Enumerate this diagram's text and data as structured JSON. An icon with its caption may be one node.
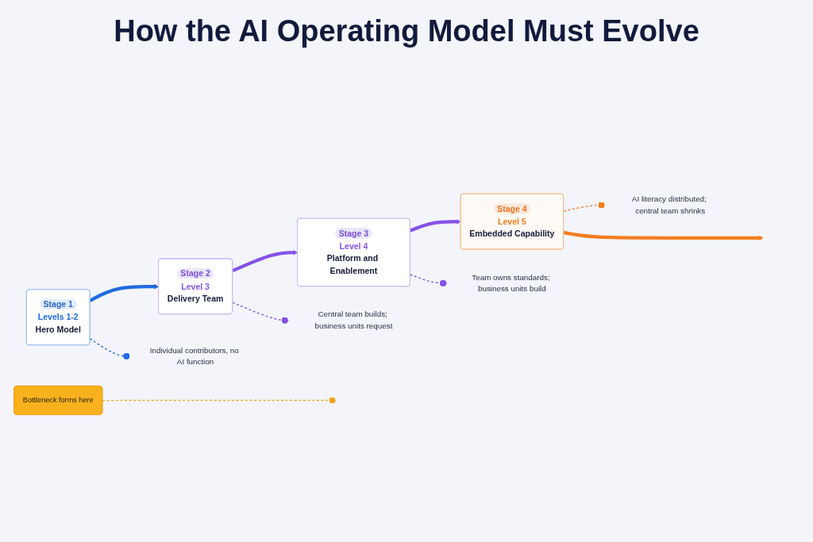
{
  "diagram": {
    "title": "How the AI Operating Model Must Evolve",
    "nodes": [
      {
        "text": [
          "Stage 1",
          "Levels 1-2",
          "Hero Model"
        ]
      },
      {
        "text": [
          "Stage 2",
          "Level 3",
          "Delivery Team"
        ]
      },
      {
        "text": [
          "Bottleneck forms here"
        ]
      },
      {
        "text": [
          "Stage 3",
          "Level 4",
          "Platform and Enablement"
        ]
      },
      {
        "text": [
          "Stage 4",
          "Level 5",
          "Embedded Capability"
        ]
      },
      {
        "text": [
          "Individual contributors, no AI function"
        ]
      },
      {
        "text": [
          "Central team builds; business units request"
        ]
      },
      {
        "text": [
          "Team owns standards; business units build"
        ]
      },
      {
        "text": [
          "AI literacy distributed; central team shrinks"
        ]
      }
    ],
    "edges": [
      {
        "from": 0,
        "to": 1,
        "arrow": "to",
        "style": "thick",
        "color": "#1f6be0"
      },
      {
        "from": 1,
        "to": 3,
        "arrow": "to",
        "style": "thick",
        "color": "#8752e8"
      },
      {
        "from": 2,
        "to": null,
        "arrow": "other",
        "style": "dashed",
        "color": "#f0a21c"
      },
      {
        "from": 3,
        "to": 4,
        "arrow": "to",
        "style": "thick",
        "color": "#8752e8"
      },
      {
        "from": 4,
        "to": null,
        "arrow": "to",
        "style": "thick",
        "color": "#f57c1f"
      },
      {
        "from": 0,
        "to": 5,
        "arrow": "other",
        "style": "dashed",
        "color": "#1f6be0"
      },
      {
        "from": 1,
        "to": 6,
        "arrow": "other",
        "style": "dashed",
        "color": "#8752e8"
      },
      {
        "from": 3,
        "to": 7,
        "arrow": "other",
        "style": "dashed",
        "color": "#8752e8"
      },
      {
        "from": 4,
        "to": 8,
        "arrow": "other",
        "style": "dashed",
        "color": "#f57c1f"
      }
    ]
  }
}
